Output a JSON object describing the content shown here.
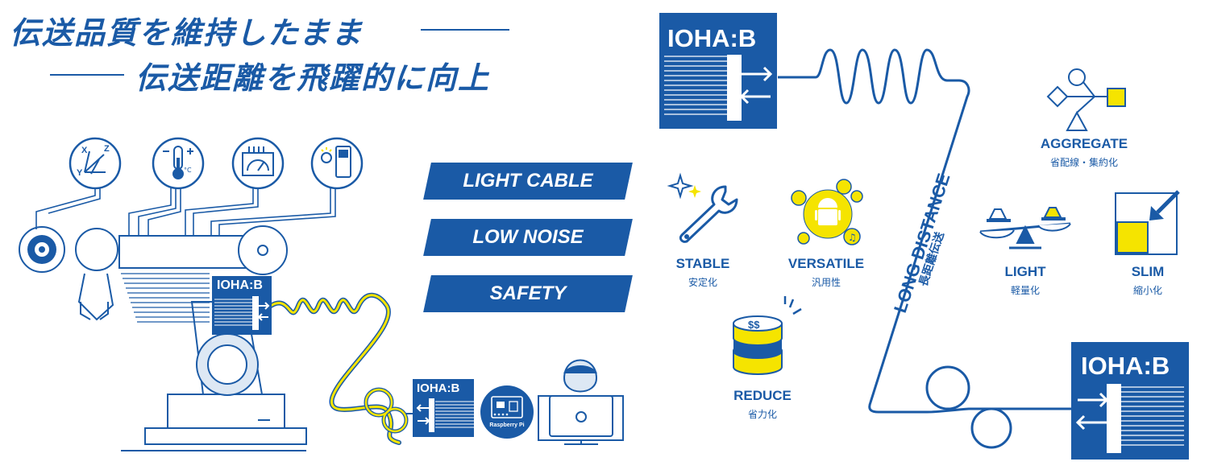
{
  "headline": {
    "line1": "伝送品質を維持したまま",
    "line2": "伝送距離を飛躍的に向上"
  },
  "features": [
    {
      "label": "LIGHT CABLE"
    },
    {
      "label": "LOW NOISE"
    },
    {
      "label": "SAFETY"
    }
  ],
  "product_label": "IOHA:B",
  "raspberry_label": "Raspberry Pi",
  "sensor_icons": [
    "xyz-axis-icon",
    "thermometer-icon",
    "gauge-icon",
    "light-meter-icon"
  ],
  "thermometer_unit": "°C",
  "benefits": {
    "stable": {
      "en": "STABLE",
      "jp": "安定化"
    },
    "versatile": {
      "en": "VERSATILE",
      "jp": "汎用性"
    },
    "reduce": {
      "en": "REDUCE",
      "jp": "省力化",
      "coin_text": "$$"
    },
    "aggregate": {
      "en": "AGGREGATE",
      "jp": "省配線・集約化"
    },
    "light": {
      "en": "LIGHT",
      "jp": "軽量化"
    },
    "slim": {
      "en": "SLIM",
      "jp": "縮小化"
    }
  },
  "long_distance": {
    "en": "LONG DISTANCE",
    "jp": "長距離伝送"
  },
  "axis_letters": {
    "x": "X",
    "y": "Y",
    "z": "Z"
  },
  "colors": {
    "blue": "#1a5aa6",
    "yellow": "#f5e400",
    "light_blue": "#b9cfe6"
  }
}
